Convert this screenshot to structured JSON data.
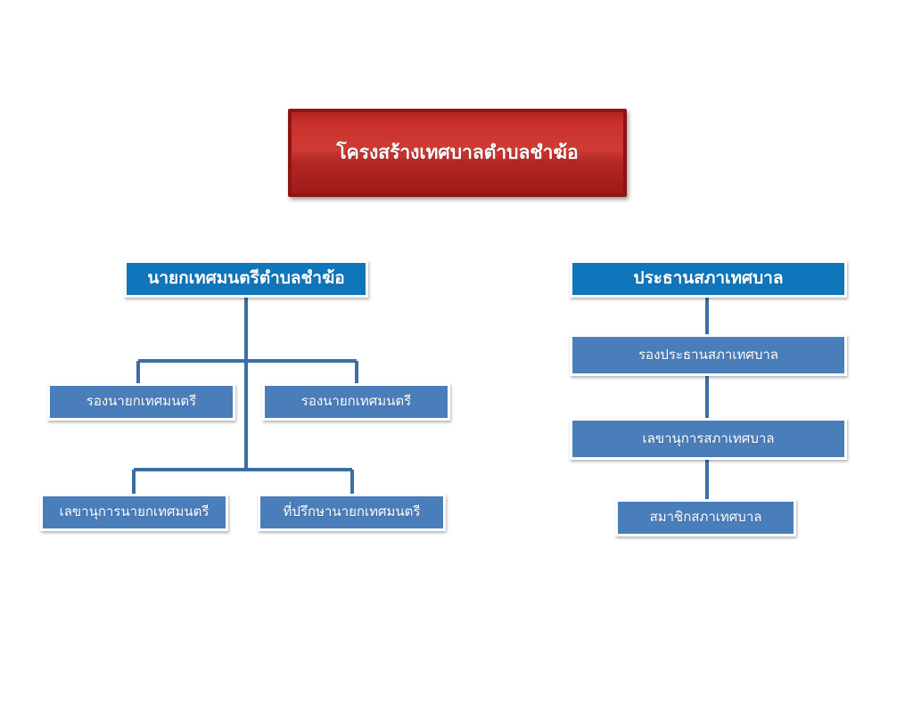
{
  "chart_data": {
    "type": "diagram",
    "diagram_type": "organizational-chart",
    "title": "โครงสร้างเทศบาลตำบลชำฆ้อ",
    "language": "th",
    "colors": {
      "title_box": "#c9322c",
      "title_border": "#8d1512",
      "head_box": "#1076bc",
      "sub_box": "#4a7ebb",
      "connector": "#3b6ea5",
      "box_border": "#ffffff",
      "background": "#ffffff",
      "text": "#ffffff"
    },
    "branches": [
      {
        "name": "executive-branch",
        "root": "นายกเทศมนตรีตำบลชำฆ้อ",
        "levels": [
          [
            "รองนายกเทศมนตรี",
            "รองนายกเทศมนตรี"
          ],
          [
            "เลขานุการนายกเทศมนตรี",
            "ที่ปรึกษานายกเทศมนตรี"
          ]
        ]
      },
      {
        "name": "council-branch",
        "root": "ประธานสภาเทศบาล",
        "levels": [
          [
            "รองประธานสภาเทศบาล"
          ],
          [
            "เลขานุการสภาเทศบาล"
          ],
          [
            "สมาชิกสภาเทศบาล"
          ]
        ]
      }
    ]
  },
  "title_box": {
    "label": "โครงสร้างเทศบาลตำบลชำฆ้อ"
  },
  "executive": {
    "mayor": "นายกเทศมนตรีตำบลชำฆ้อ",
    "deputy_mayor_left": "รองนายกเทศมนตรี",
    "deputy_mayor_right": "รองนายกเทศมนตรี",
    "mayor_secretary": "เลขานุการนายกเทศมนตรี",
    "mayor_advisor": "ที่ปรึกษานายกเทศมนตรี"
  },
  "council": {
    "chairman": "ประธานสภาเทศบาล",
    "vice_chairman": "รองประธานสภาเทศบาล",
    "secretary": "เลขานุการสภาเทศบาล",
    "members": "สมาชิกสภาเทศบาล"
  }
}
